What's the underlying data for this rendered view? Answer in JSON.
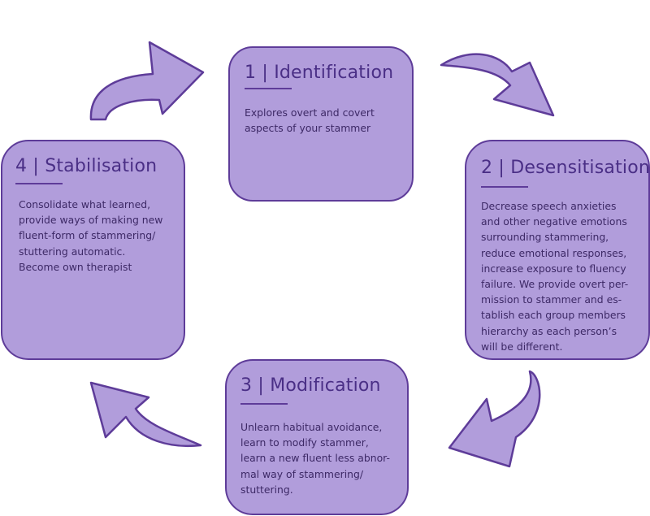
{
  "steps": [
    {
      "title": "1 | Identification",
      "body": "Explores overt and covert\naspects of your stammer"
    },
    {
      "title": "2 | Desensitisation",
      "body": "Decrease speech anxieties\nand other negative emotions\nsurrounding stammering,\nreduce emotional responses,\nincrease exposure to fluency\nfailure. We provide overt per-\nmission to stammer and es-\ntablish each group members\nhierarchy as each person’s\nwill be different."
    },
    {
      "title": "3 | Modification",
      "body": "Unlearn habitual avoidance,\nlearn to modify stammer,\nlearn a new fluent less abnor-\nmal way of stammering/\nstuttering."
    },
    {
      "title": "4 | Stabilisation",
      "body": "Consolidate what learned,\nprovide ways of making new\nfluent-form of stammering/\nstuttering automatic.\nBecome own therapist"
    }
  ],
  "colors": {
    "fill": "#b19ddb",
    "stroke": "#5e3c99",
    "title_text": "#4a2f86",
    "body_text": "#3d2966"
  },
  "arrows": [
    {
      "from": "4 | Stabilisation",
      "to": "1 | Identification",
      "icon": "curved-arrow-icon"
    },
    {
      "from": "1 | Identification",
      "to": "2 | Desensitisation",
      "icon": "curved-arrow-icon"
    },
    {
      "from": "2 | Desensitisation",
      "to": "3 | Modification",
      "icon": "curved-arrow-icon"
    },
    {
      "from": "3 | Modification",
      "to": "4 | Stabilisation",
      "icon": "curved-arrow-icon"
    }
  ]
}
